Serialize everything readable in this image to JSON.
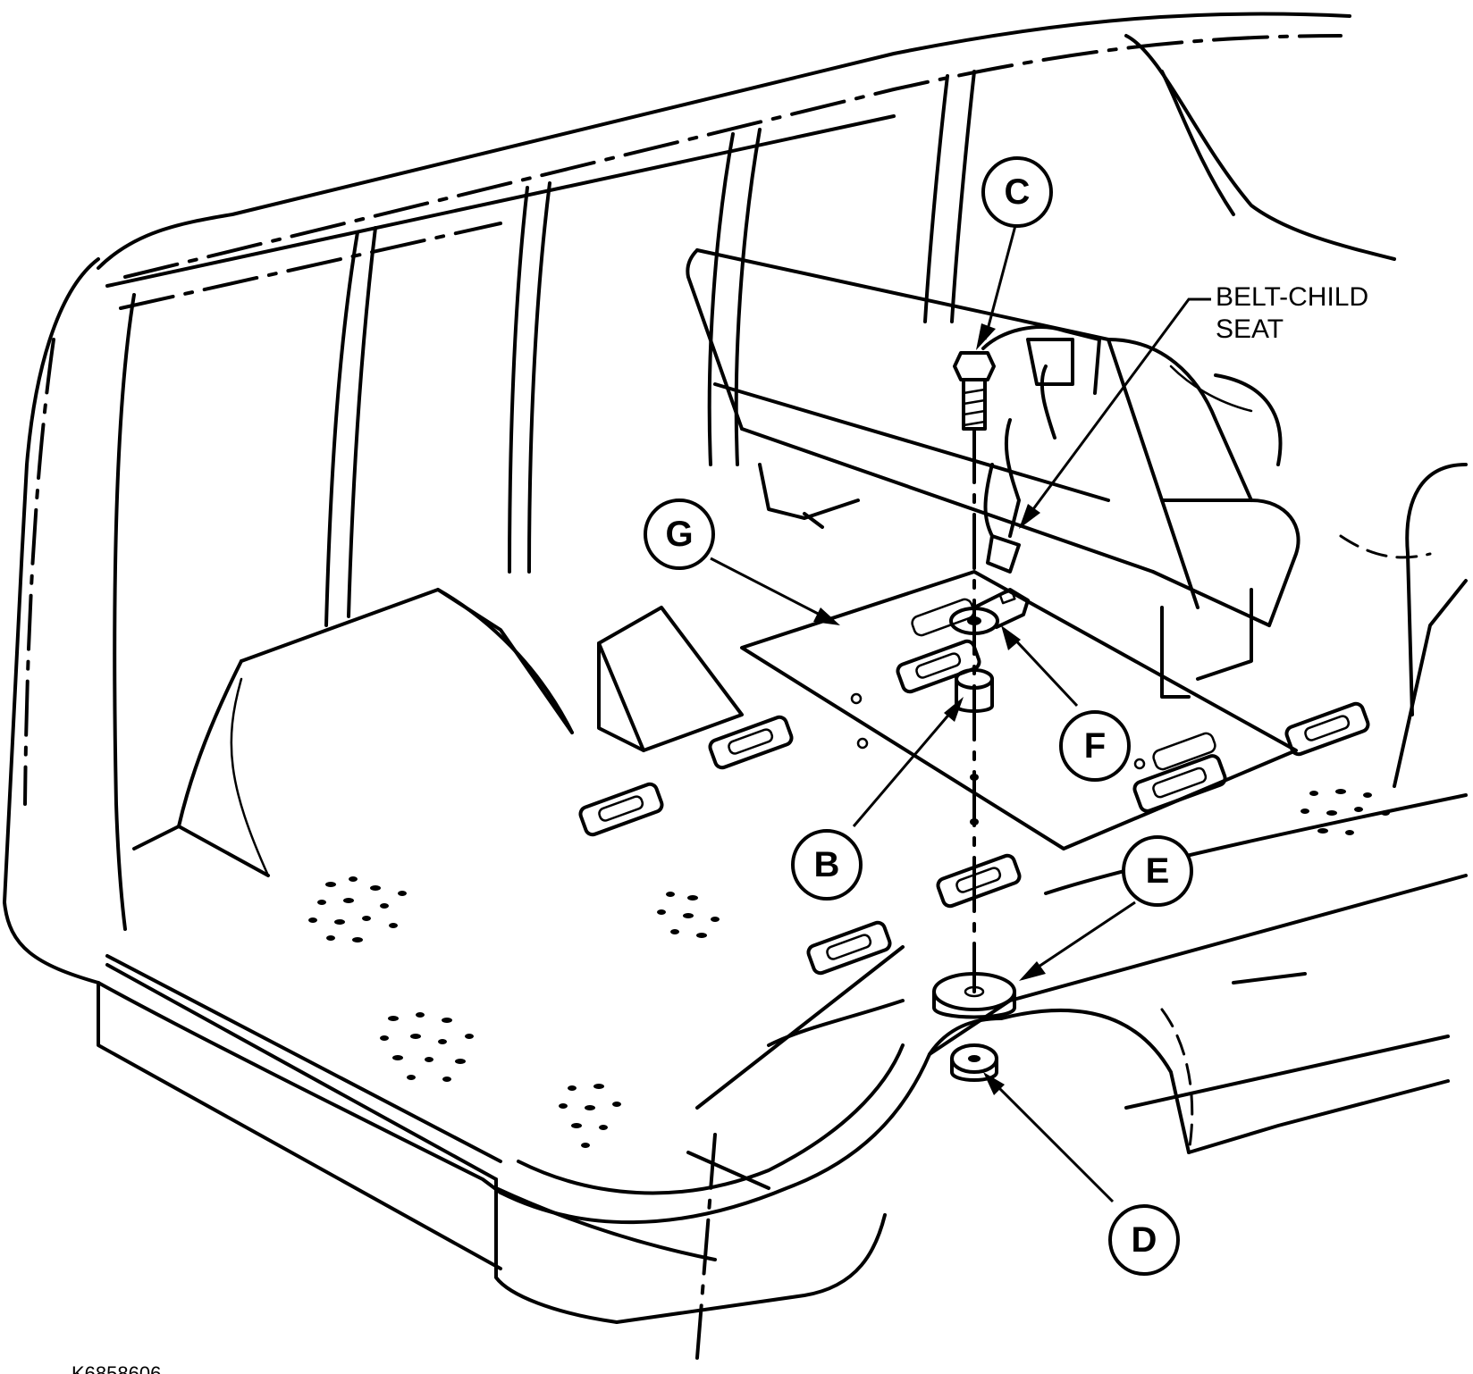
{
  "diagram": {
    "callouts": [
      {
        "id": "C",
        "label": "C"
      },
      {
        "id": "G",
        "label": "G"
      },
      {
        "id": "F",
        "label": "F"
      },
      {
        "id": "B",
        "label": "B"
      },
      {
        "id": "E",
        "label": "E"
      },
      {
        "id": "D",
        "label": "D"
      }
    ],
    "note": {
      "line1": "BELT-CHILD",
      "line2": "SEAT"
    },
    "reference_code": "K6858606"
  }
}
